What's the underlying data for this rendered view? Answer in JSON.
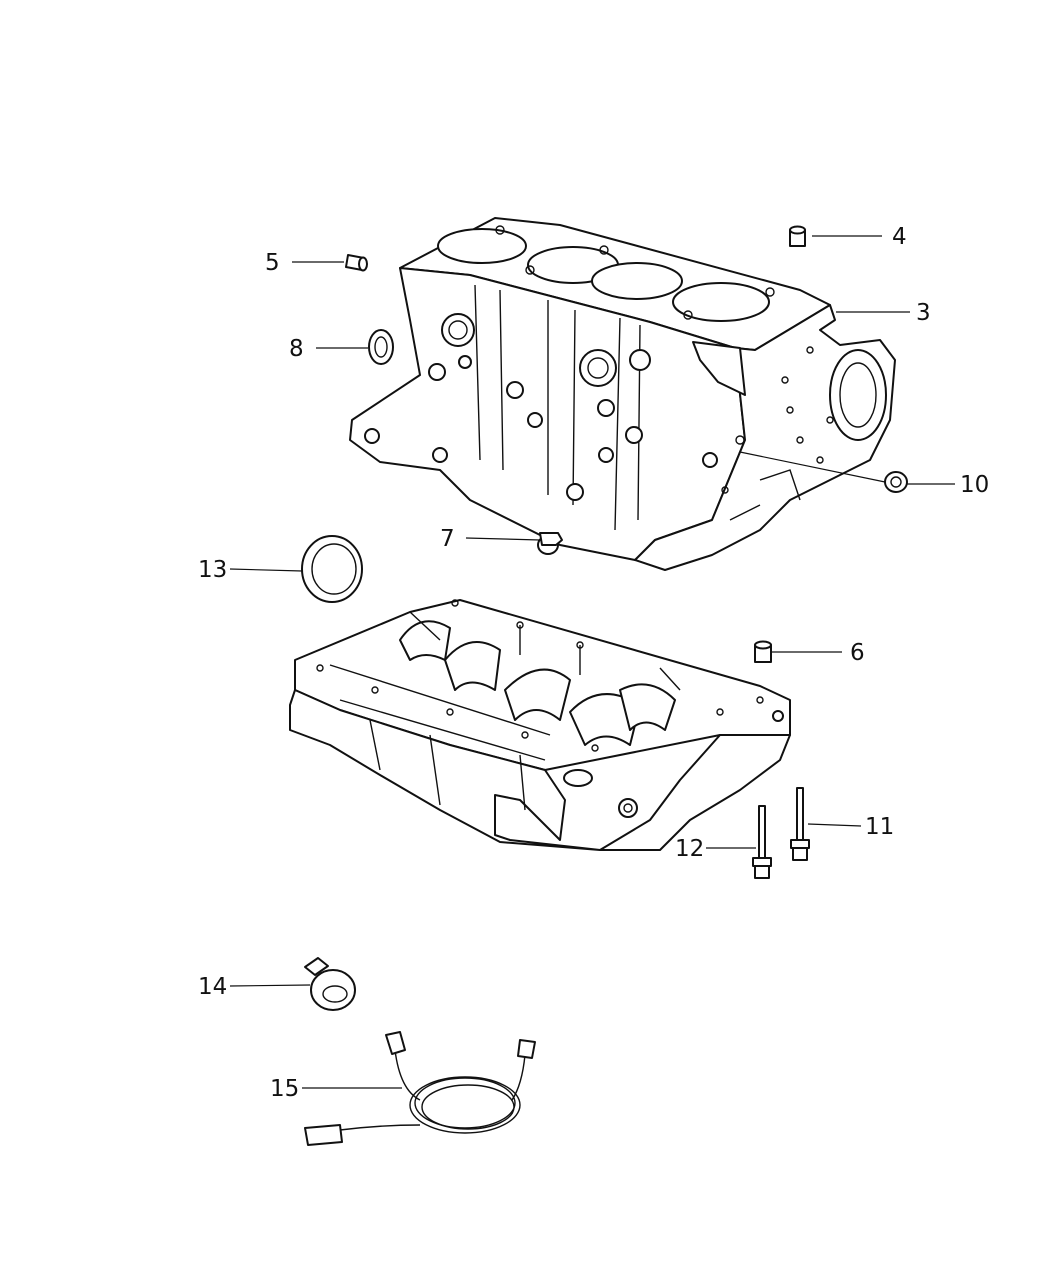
{
  "diagram": {
    "callouts": [
      {
        "id": "3",
        "label": "3"
      },
      {
        "id": "4",
        "label": "4"
      },
      {
        "id": "5",
        "label": "5"
      },
      {
        "id": "6",
        "label": "6"
      },
      {
        "id": "7",
        "label": "7"
      },
      {
        "id": "8",
        "label": "8"
      },
      {
        "id": "10",
        "label": "10"
      },
      {
        "id": "11",
        "label": "11"
      },
      {
        "id": "12",
        "label": "12"
      },
      {
        "id": "13",
        "label": "13"
      },
      {
        "id": "14",
        "label": "14"
      },
      {
        "id": "15",
        "label": "15"
      }
    ],
    "colors": {
      "line": "#111111",
      "background": "#ffffff"
    }
  }
}
